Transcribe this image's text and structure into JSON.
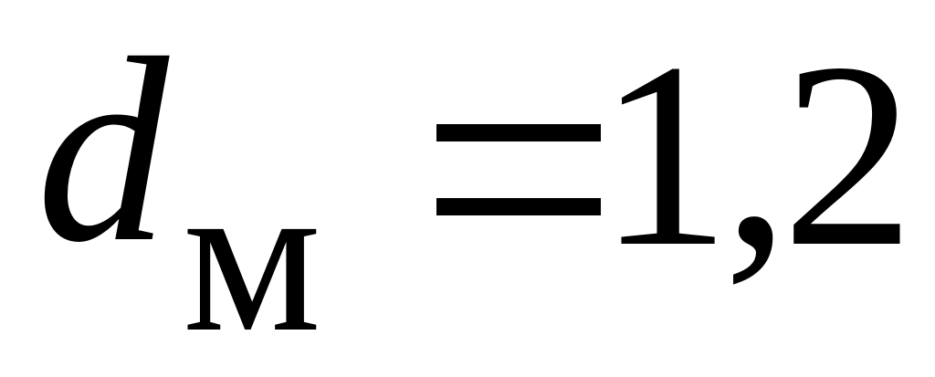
{
  "formula": {
    "variable": "d",
    "subscript": "м",
    "operator": "=",
    "value": "1,2"
  }
}
